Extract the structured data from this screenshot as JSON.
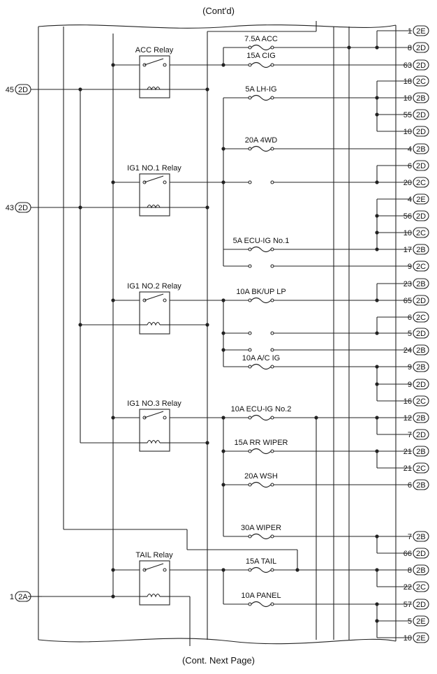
{
  "header": {
    "title": "(Cont'd)"
  },
  "footer": {
    "title": "(Cont. Next Page)"
  },
  "relays": [
    {
      "name": "ACC Relay"
    },
    {
      "name": "IG1 NO.1 Relay"
    },
    {
      "name": "IG1 NO.2 Relay"
    },
    {
      "name": "IG1 NO.3 Relay"
    },
    {
      "name": "TAIL Relay"
    }
  ],
  "fuses": [
    {
      "name": "7.5A ACC"
    },
    {
      "name": "15A CIG"
    },
    {
      "name": "5A LH-IG"
    },
    {
      "name": "20A 4WD"
    },
    {
      "name": "5A ECU-IG No.1"
    },
    {
      "name": "10A BK/UP LP"
    },
    {
      "name": "10A A/C IG"
    },
    {
      "name": "10A ECU-IG No.2"
    },
    {
      "name": "15A RR WIPER"
    },
    {
      "name": "20A WSH"
    },
    {
      "name": "30A WIPER"
    },
    {
      "name": "15A TAIL"
    },
    {
      "name": "10A PANEL"
    }
  ],
  "left_connectors": [
    {
      "pin": "45",
      "conn": "2D"
    },
    {
      "pin": "43",
      "conn": "2D"
    },
    {
      "pin": "1",
      "conn": "2A"
    }
  ],
  "right_connectors": [
    {
      "pin": "1",
      "conn": "2E"
    },
    {
      "pin": "8",
      "conn": "2D"
    },
    {
      "pin": "63",
      "conn": "2D"
    },
    {
      "pin": "18",
      "conn": "2C"
    },
    {
      "pin": "10",
      "conn": "2B"
    },
    {
      "pin": "55",
      "conn": "2D"
    },
    {
      "pin": "10",
      "conn": "2D"
    },
    {
      "pin": "4",
      "conn": "2B"
    },
    {
      "pin": "6",
      "conn": "2D"
    },
    {
      "pin": "20",
      "conn": "2C"
    },
    {
      "pin": "4",
      "conn": "2E"
    },
    {
      "pin": "56",
      "conn": "2D"
    },
    {
      "pin": "10",
      "conn": "2C"
    },
    {
      "pin": "17",
      "conn": "2B"
    },
    {
      "pin": "9",
      "conn": "2C"
    },
    {
      "pin": "23",
      "conn": "2B"
    },
    {
      "pin": "65",
      "conn": "2D"
    },
    {
      "pin": "6",
      "conn": "2C"
    },
    {
      "pin": "5",
      "conn": "2D"
    },
    {
      "pin": "24",
      "conn": "2B"
    },
    {
      "pin": "9",
      "conn": "2B"
    },
    {
      "pin": "9",
      "conn": "2D"
    },
    {
      "pin": "16",
      "conn": "2C"
    },
    {
      "pin": "12",
      "conn": "2B"
    },
    {
      "pin": "7",
      "conn": "2D"
    },
    {
      "pin": "21",
      "conn": "2B"
    },
    {
      "pin": "21",
      "conn": "2C"
    },
    {
      "pin": "6",
      "conn": "2B"
    },
    {
      "pin": "7",
      "conn": "2B"
    },
    {
      "pin": "66",
      "conn": "2D"
    },
    {
      "pin": "8",
      "conn": "2B"
    },
    {
      "pin": "22",
      "conn": "2C"
    },
    {
      "pin": "57",
      "conn": "2D"
    },
    {
      "pin": "5",
      "conn": "2E"
    },
    {
      "pin": "10",
      "conn": "2E"
    }
  ]
}
